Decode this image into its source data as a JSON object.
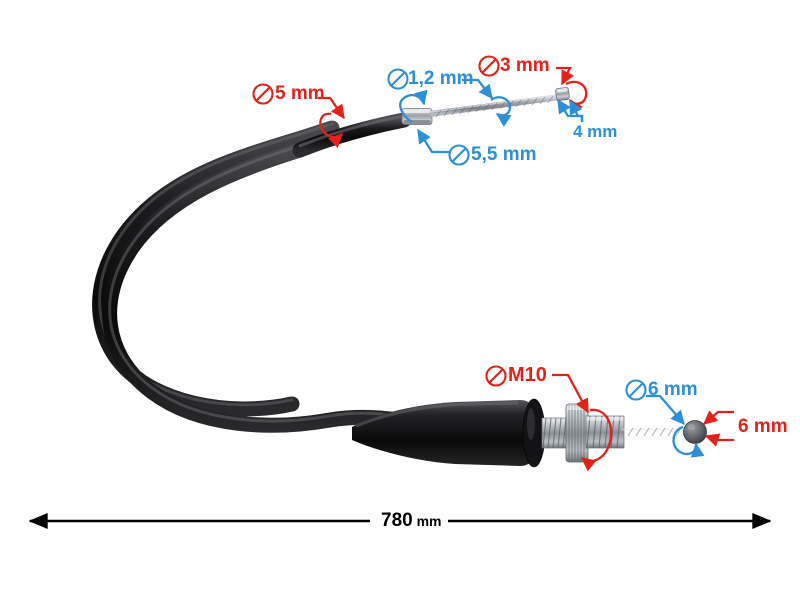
{
  "figure": {
    "kind": "product-photo-with-dimension-callouts",
    "subject": "motorcycle throttle / choke cable assembly",
    "background_color": "#ffffff",
    "colors": {
      "red": "#e32119",
      "blue": "#2d8fd5",
      "black": "#000000",
      "sheath": "#111111",
      "metal": "#b9bcc0"
    }
  },
  "annotations": [
    {
      "id": "outer-sheath-diameter",
      "value": "5",
      "unit": "mm",
      "text": "5 mm",
      "symbol": "diameter",
      "color": "red",
      "target": "black outer cable sheath"
    },
    {
      "id": "inner-wire-diameter",
      "value": "1,2",
      "unit": "mm",
      "text": "1,2 mm",
      "symbol": "diameter",
      "color": "blue",
      "target": "bare braided inner wire"
    },
    {
      "id": "upper-nipple-diameter",
      "value": "3",
      "unit": "mm",
      "text": "3 mm",
      "symbol": "diameter",
      "color": "red",
      "target": "small barrel nipple at upper end"
    },
    {
      "id": "ferrule-diameter",
      "value": "5,5",
      "unit": "mm",
      "text": "5,5 mm",
      "symbol": "diameter",
      "color": "blue",
      "target": "metal ferrule / end sleeve"
    },
    {
      "id": "upper-nipple-length",
      "value": "4",
      "unit": "mm",
      "text": "4 mm",
      "symbol": "none",
      "color": "blue",
      "target": "length of small barrel nipple"
    },
    {
      "id": "adjuster-thread",
      "value": "M10",
      "unit": "",
      "text": "M10",
      "symbol": "diameter",
      "color": "red",
      "target": "threaded adjuster screw"
    },
    {
      "id": "lower-nipple-diameter",
      "value": "6",
      "unit": "mm",
      "text": "6 mm",
      "symbol": "diameter",
      "color": "blue",
      "target": "round ball nipple at lower end"
    },
    {
      "id": "lower-nipple-length",
      "value": "6",
      "unit": "mm",
      "text": "6 mm",
      "symbol": "none",
      "color": "red",
      "target": "length of round ball nipple"
    }
  ],
  "overall_dimension": {
    "value": "780",
    "unit": "mm",
    "text": "780 mm",
    "orientation": "horizontal",
    "arrowheads": "both"
  }
}
